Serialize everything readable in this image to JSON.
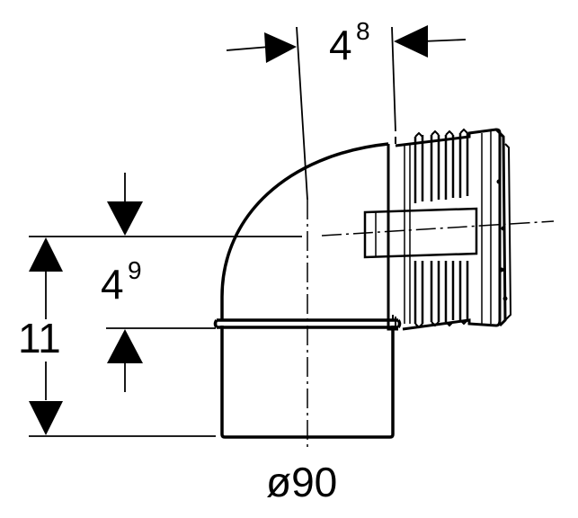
{
  "drawing": {
    "dim_top": {
      "base": "4",
      "sup": "8"
    },
    "dim_left_mid": {
      "base": "4",
      "sup": "9"
    },
    "dim_left_total": "11",
    "dim_bottom_diameter": "ø90"
  },
  "colors": {
    "ink": "#000000",
    "paper": "#ffffff"
  }
}
